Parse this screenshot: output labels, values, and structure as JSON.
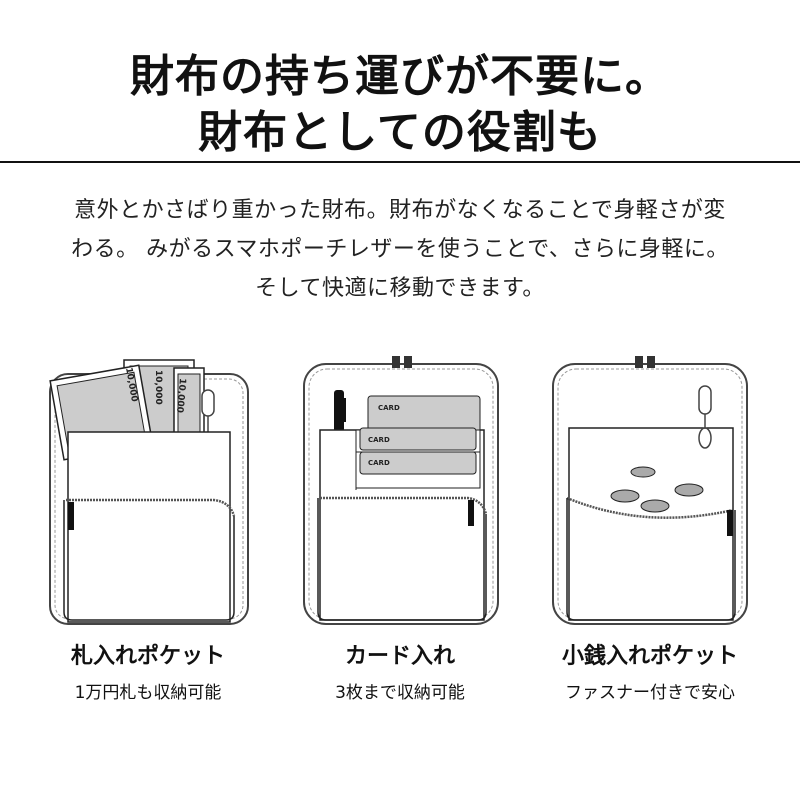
{
  "header": {
    "title_line1": "財布の持ち運びが不要に。",
    "title_line2": "財布としての役割も"
  },
  "description": {
    "line1": "意外とかさばり重かった財布。財布がなくなることで身軽さが変",
    "line2": "わる。 みがるスマホポーチレザーを使うことで、さらに身軽に。",
    "line3": "そして快適に移動できます。"
  },
  "features": [
    {
      "title": "札入れポケット",
      "subtitle": "1万円札も収納可能",
      "bill_text": "10,000"
    },
    {
      "title": "カード入れ",
      "subtitle": "3枚まで収納可能",
      "card_text": "CARD"
    },
    {
      "title": "小銭入れポケット",
      "subtitle": "ファスナー付きで安心"
    }
  ]
}
